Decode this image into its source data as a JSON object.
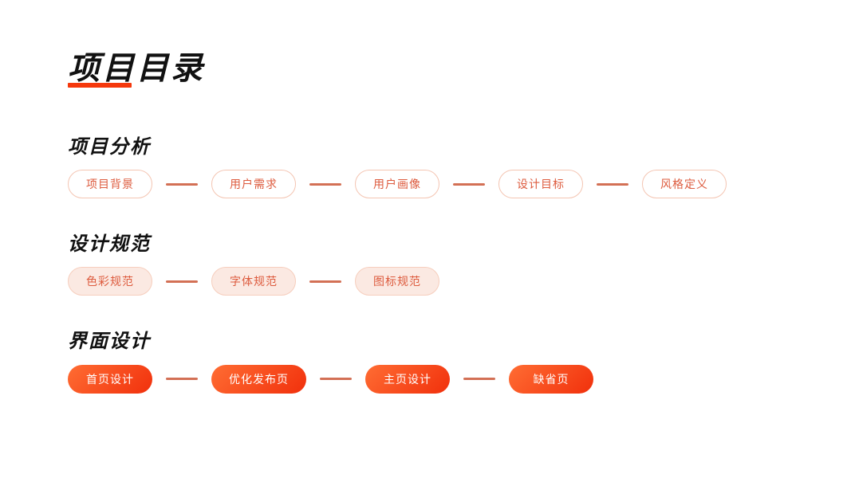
{
  "title": {
    "text": "项目目录"
  },
  "colors": {
    "background": "#FFFFFF",
    "heading_text": "#111111",
    "title_underline": "#F5380C",
    "pill_text": "#DD5B3E",
    "pill_outline_border": "#F4C5B2",
    "pill_tinted_bg": "#FBE9E2",
    "pill_filled_gradient_start": "#FF6D33",
    "pill_filled_gradient_end": "#F1300C",
    "connector": "#D37055"
  },
  "sections": [
    {
      "heading": "项目分析",
      "style": "outline",
      "items": [
        "项目背景",
        "用户需求",
        "用户画像",
        "设计目标",
        "风格定义"
      ]
    },
    {
      "heading": "设计规范",
      "style": "tinted",
      "items": [
        "色彩规范",
        "字体规范",
        "图标规范"
      ]
    },
    {
      "heading": "界面设计",
      "style": "filled",
      "items": [
        "首页设计",
        "优化发布页",
        "主页设计",
        "缺省页"
      ]
    }
  ]
}
